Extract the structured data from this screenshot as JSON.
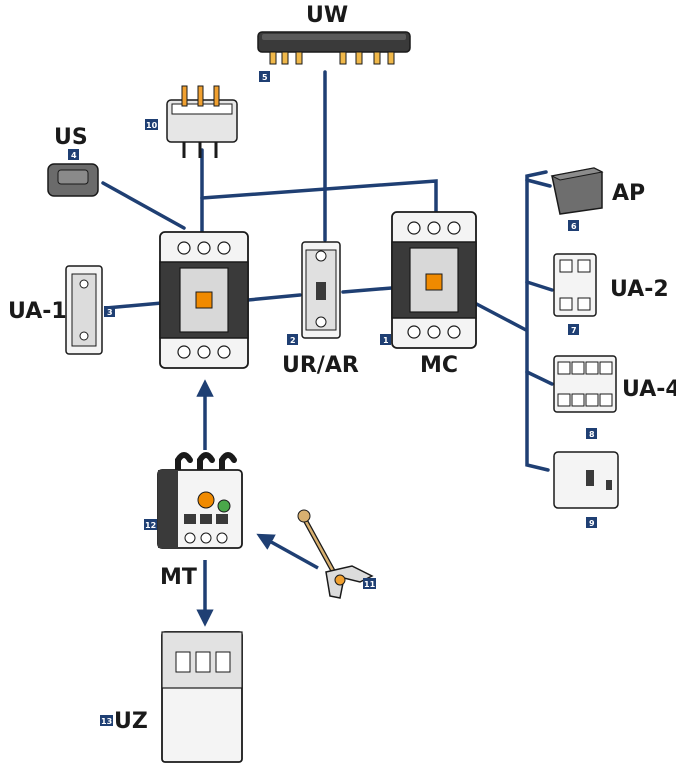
{
  "colors": {
    "connector": "#1f3f73",
    "badge": "#1f3f73",
    "outline": "#1a1a1a",
    "body_light": "#f4f4f4",
    "body_mid": "#cfcfcf",
    "body_dark": "#3a3a3a",
    "accent": "#f08a00"
  },
  "labels": {
    "uw": "UW",
    "us": "US",
    "ua1": "UA-1",
    "urar": "UR/AR",
    "mc": "MC",
    "ap": "AP",
    "ua2": "UA-2",
    "ua4": "UA-4",
    "mt": "MT",
    "uz": "UZ"
  },
  "badges": {
    "mc": "1",
    "urar": "2",
    "ua1": "3",
    "us": "4",
    "uw": "5",
    "ap": "6",
    "ua2": "7",
    "ua4": "8",
    "block9": "9",
    "terminal10": "10",
    "lever11": "11",
    "mt": "12",
    "uz": "13"
  }
}
